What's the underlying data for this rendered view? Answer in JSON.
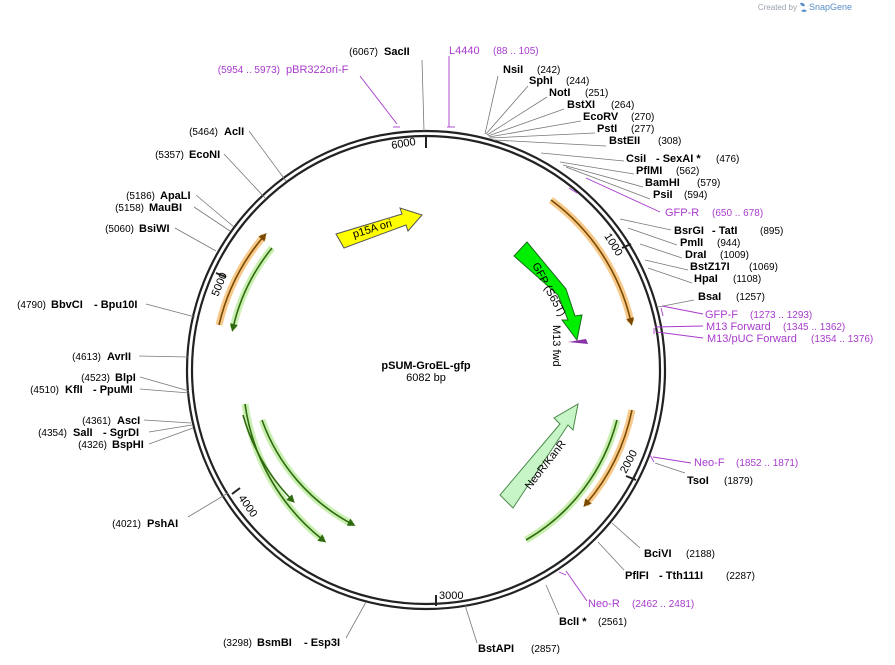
{
  "credit": {
    "prefix": "Created by",
    "brand": "SnapGene"
  },
  "plasmid": {
    "name": "pSUM-GroEL-gfp",
    "length": "6082 bp",
    "total_bp": 6082
  },
  "ticks": [
    "1000",
    "2000",
    "3000",
    "4000",
    "5000",
    "6000"
  ],
  "enzymes": [
    {
      "pos": "(6067)",
      "name": "SacII"
    },
    {
      "pos": "(242)",
      "name": "NsiI"
    },
    {
      "pos": "(244)",
      "name": "SphI"
    },
    {
      "pos": "(251)",
      "name": "NotI"
    },
    {
      "pos": "(264)",
      "name": "BstXI"
    },
    {
      "pos": "(270)",
      "name": "EcoRV"
    },
    {
      "pos": "(277)",
      "name": "PstI"
    },
    {
      "pos": "(308)",
      "name": "BstEII"
    },
    {
      "pos": "(476)",
      "name": "CsiI",
      "alt": "- SexAI *"
    },
    {
      "pos": "(562)",
      "name": "PflMI"
    },
    {
      "pos": "(579)",
      "name": "BamHI"
    },
    {
      "pos": "(594)",
      "name": "PsiI"
    },
    {
      "pos": "(895)",
      "name": "BsrGI",
      "alt": "- TatI"
    },
    {
      "pos": "(944)",
      "name": "PmlI"
    },
    {
      "pos": "(1009)",
      "name": "DraI"
    },
    {
      "pos": "(1069)",
      "name": "BstZ17I"
    },
    {
      "pos": "(1108)",
      "name": "HpaI"
    },
    {
      "pos": "(1257)",
      "name": "BsaI"
    },
    {
      "pos": "(1879)",
      "name": "TsoI"
    },
    {
      "pos": "(2188)",
      "name": "BciVI"
    },
    {
      "pos": "(2287)",
      "name": "PflFI",
      "alt": "- Tth111I"
    },
    {
      "pos": "(2561)",
      "name": "BclI *"
    },
    {
      "pos": "(2857)",
      "name": "BstAPI"
    },
    {
      "pos": "(3298)",
      "name": "BsmBI",
      "alt": "- Esp3I"
    },
    {
      "pos": "(4021)",
      "name": "PshAI"
    },
    {
      "pos": "(4326)",
      "name": "BspHI"
    },
    {
      "pos": "(4354)",
      "name": "SalI",
      "alt": "- SgrDI"
    },
    {
      "pos": "(4361)",
      "name": "AscI"
    },
    {
      "pos": "(4510)",
      "name": "KflI",
      "alt": "- PpuMI"
    },
    {
      "pos": "(4523)",
      "name": "BlpI"
    },
    {
      "pos": "(4613)",
      "name": "AvrII"
    },
    {
      "pos": "(4790)",
      "name": "BbvCI",
      "alt": "- Bpu10I"
    },
    {
      "pos": "(5060)",
      "name": "BsiWI"
    },
    {
      "pos": "(5158)",
      "name": "MauBI"
    },
    {
      "pos": "(5186)",
      "name": "ApaLI"
    },
    {
      "pos": "(5357)",
      "name": "EcoNI"
    },
    {
      "pos": "(5464)",
      "name": "AclI"
    }
  ],
  "primers": [
    {
      "name": "pBR322ori-F",
      "range": "(5954 .. 5973)"
    },
    {
      "name": "L4440",
      "range": "(88 .. 105)"
    },
    {
      "name": "GFP-R",
      "range": "(650 .. 678)"
    },
    {
      "name": "GFP-F",
      "range": "(1273 .. 1293)"
    },
    {
      "name": "M13 Forward",
      "range": "(1345 .. 1362)"
    },
    {
      "name": "M13/pUC Forward",
      "range": "(1354 .. 1376)"
    },
    {
      "name": "Neo-F",
      "range": "(1852 .. 1871)"
    },
    {
      "name": "Neo-R",
      "range": "(2462 .. 2481)"
    }
  ],
  "features": [
    {
      "name": "p15A ori",
      "color": "#ffff00"
    },
    {
      "name": "GFP (S65T)",
      "color": "#00ee00"
    },
    {
      "name": "M13 fwd",
      "color": "#8833aa"
    },
    {
      "name": "NeoR/KanR",
      "color": "#c8f5c8"
    }
  ],
  "colors": {
    "orf_orange": "#f5b041",
    "orf_green": "#7fd14a",
    "primer": "#a83bcc"
  }
}
